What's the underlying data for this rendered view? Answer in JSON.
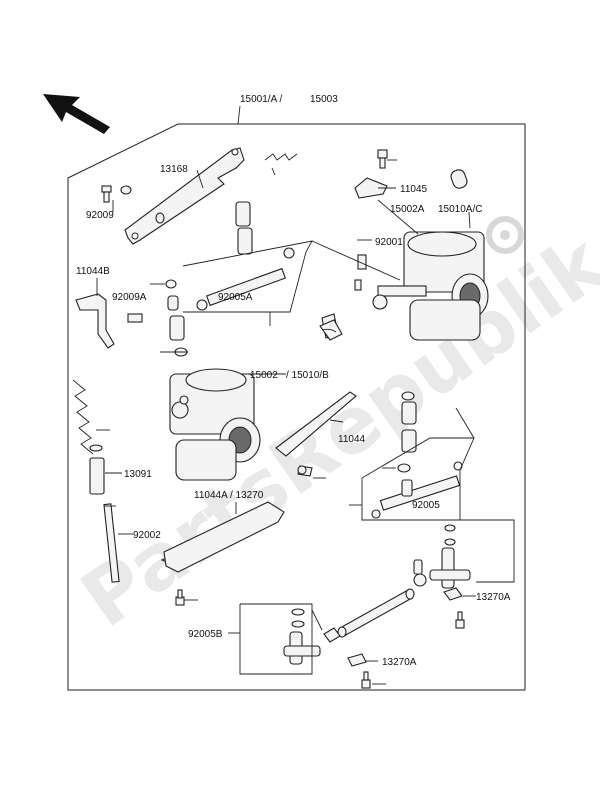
{
  "watermark": "PartsRepublik",
  "labels": {
    "l15001": "15001/A /",
    "l15003": "15003",
    "l13168": "13168",
    "l92009": "92009",
    "l11045": "11045",
    "l15002A": "15002A",
    "l15010AC": "15010A/C",
    "l92001": "92001",
    "l11044B": "11044B",
    "l92009A": "92009A",
    "l92005A": "92005A",
    "l15002": "15002",
    "l15010B": "/ 15010/B",
    "l11044": "11044",
    "l13091": "13091",
    "l92005": "92005",
    "l11044A": "11044A / 13270",
    "l92002": "92002",
    "l13270A_1": "13270A",
    "l92005B": "92005B",
    "l13270A_2": "13270A"
  }
}
